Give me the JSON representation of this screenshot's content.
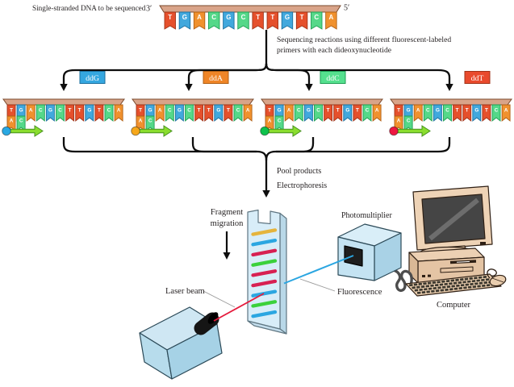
{
  "header": {
    "title": "Single-stranded DNA to be sequenced",
    "three_prime": "3′",
    "five_prime": "5′"
  },
  "dna": {
    "sequence": [
      "T",
      "G",
      "A",
      "C",
      "G",
      "C",
      "T",
      "T",
      "G",
      "T",
      "C",
      "A"
    ],
    "bases": {
      "T": {
        "fill": "#e5502c",
        "stroke": "#a03318"
      },
      "G": {
        "fill": "#41a8dd",
        "stroke": "#1c6f9e"
      },
      "A": {
        "fill": "#f0912e",
        "stroke": "#b05f14"
      },
      "C": {
        "fill": "#55d889",
        "stroke": "#1f9e54"
      }
    },
    "bar_fill": "#d9a489",
    "bar_stroke": "#7a4a2d",
    "primer_bases": [
      "A",
      "C"
    ],
    "primer_arrow_fill": "#8add2e",
    "primer_arrow_stroke": "#45901d"
  },
  "step1": {
    "line1": "Sequencing reactions using different fluorescent-labeled",
    "line2": "primers with each dideoxynucleotide"
  },
  "reactions": [
    {
      "label": "ddG",
      "box_fill": "#35a7e0",
      "box_stroke": "#1c6f9e",
      "dot": "#29a8e2"
    },
    {
      "label": "ddA",
      "box_fill": "#ef8527",
      "box_stroke": "#b05f14",
      "dot": "#f6a71b"
    },
    {
      "label": "ddC",
      "box_fill": "#55e08e",
      "box_stroke": "#1f9e54",
      "dot": "#0ec24c"
    },
    {
      "label": "ddT",
      "box_fill": "#e94a2d",
      "box_stroke": "#a03318",
      "dot": "#ee1741"
    }
  ],
  "pool": {
    "line1": "Pool products",
    "line2": "Electrophoresis"
  },
  "gel": {
    "migration_line1": "Fragment",
    "migration_line2": "migration",
    "slab_fill": "#d8edf8",
    "slab_side_fill": "#b9d8e8",
    "slab_stroke": "#5f7682",
    "bands": [
      "#e5b43c",
      "#2ba6e1",
      "#d72052",
      "#3bd13b",
      "#d72052",
      "#d72052",
      "#2ba6e1",
      "#3bd13b",
      "#2ba6e1"
    ]
  },
  "laser": {
    "label": "Laser beam",
    "beam_color": "#e51a3c",
    "box_fill": "#cfe7f3"
  },
  "photomultiplier": {
    "label": "Photomultiplier",
    "fluorescence_label": "Fluorescence",
    "beam_color": "#2ba6e1",
    "box_fill": "#c4e3f2"
  },
  "computer": {
    "label": "Computer",
    "body_fill": "#eed3b6",
    "screen_fill": "#454545"
  }
}
